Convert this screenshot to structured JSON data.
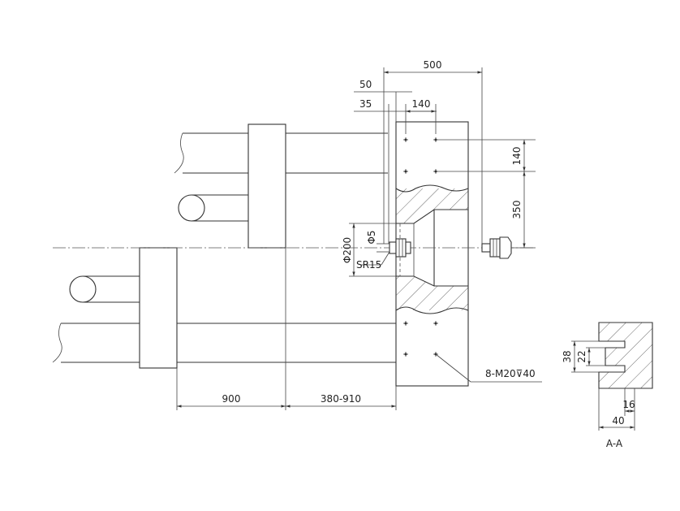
{
  "dimensions": {
    "overall_width": "500",
    "offset_50": "50",
    "offset_35": "35",
    "hole_spacing_140_top": "140",
    "hole_spacing_140_vertical": "140",
    "vertical_350": "350",
    "diameter_200": "Φ200",
    "diameter_5": "Φ5",
    "sphere_radius": "SR15",
    "stroke_900": "900",
    "opening_range": "380-910",
    "thread_callout": "8-M20⊽40"
  },
  "section": {
    "depth_38": "38",
    "depth_22": "22",
    "width_16": "16",
    "width_40": "40",
    "label": "A-A"
  }
}
